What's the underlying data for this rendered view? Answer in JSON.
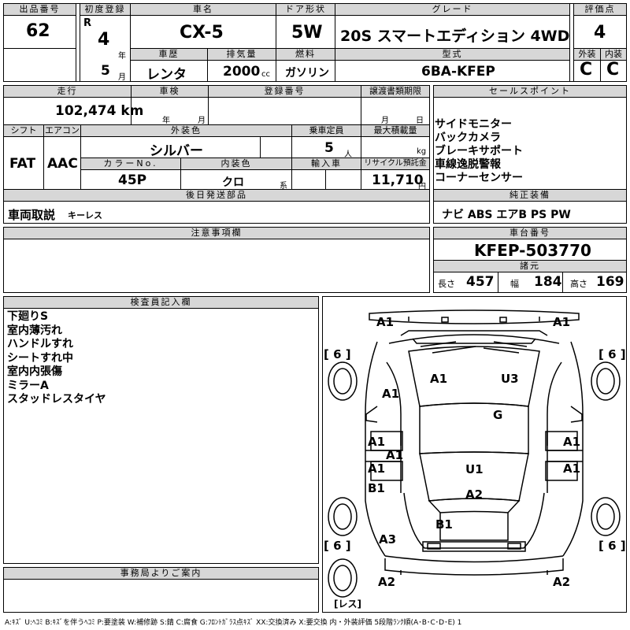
{
  "header": {
    "lot_label": "出品番号",
    "lot": "62",
    "first_reg_label": "初度登録",
    "era": "R",
    "year_num": "4",
    "year_unit": "年",
    "month_num": "5",
    "month_unit": "月",
    "car_name_label": "車名",
    "car_name": "CX-5",
    "door_label": "ドア形状",
    "door": "5W",
    "grade_label": "グレード",
    "grade": "20S スマートエディション 4WD",
    "score_label": "評価点",
    "score": "4",
    "history_label": "車歴",
    "history": "レンタ",
    "displacement_label": "排気量",
    "displacement": "2000",
    "cc": "cc",
    "fuel_label": "燃料",
    "fuel": "ガソリン",
    "model_label": "型式",
    "model": "6BA-KFEP",
    "ext_label": "外装",
    "ext": "C",
    "int_label": "内装",
    "int": "C"
  },
  "row2": {
    "mileage_label": "走行",
    "mileage": "102,474 km",
    "inspection_label": "車検",
    "insp_year": "年",
    "insp_month": "月",
    "plate_label": "登録番号",
    "transfer_label": "譲渡書類期限",
    "transfer_month": "月",
    "transfer_day": "日",
    "shift_label": "シフト",
    "shift": "FAT",
    "ac_label": "エアコン",
    "ac": "AAC",
    "color_label": "外装色",
    "color": "シルバー",
    "capacity_label": "乗車定員",
    "capacity": "5",
    "capacity_unit": "人",
    "load_label": "最大積載量",
    "load_unit": "kg",
    "color_no_label": "カラーNo.",
    "color_no": "45P",
    "int_color_label": "内装色",
    "int_color": "クロ",
    "int_color_unit": "系",
    "import_label": "輸入車",
    "recycle_label": "リサイクル預託金",
    "recycle": "11,710",
    "recycle_unit": "円",
    "later_label": "後日発送部品",
    "later": "車両取説",
    "later_small": "キーレス"
  },
  "sales": {
    "label": "セールスポイント",
    "items": [
      "サイドモニター",
      "バックカメラ",
      "ブレーキサポート",
      "車線逸脱警報",
      "コーナーセンサー"
    ],
    "equip_label": "純正装備",
    "equip": "ナビ ABS エアB PS PW"
  },
  "notes": {
    "label": "注意事項欄"
  },
  "chassis": {
    "label": "車台番号",
    "number": "KFEP-503770",
    "dims_label": "諸元",
    "len_label": "長さ",
    "len": "457",
    "wid_label": "幅",
    "wid": "184",
    "hgt_label": "高さ",
    "hgt": "169"
  },
  "inspector": {
    "label": "検査員記入欄",
    "lines": [
      "下廻りS",
      "室内薄汚れ",
      "ハンドルすれ",
      "シートすれ中",
      "室内内張傷",
      "ミラーA",
      "スタッドレスタイヤ"
    ]
  },
  "office": {
    "label": "事務局よりご案内"
  },
  "diagram": {
    "marks": [
      "A1",
      "A1",
      "[ 6 ]",
      "[ 6 ]",
      "A1",
      "A1",
      "U3",
      "G",
      "A1",
      "A1",
      "A1",
      "A1",
      "A1",
      "B1",
      "U1",
      "A2",
      "B1",
      "A3",
      "[ 6 ]",
      "[ 6 ]",
      "A2",
      "A2"
    ],
    "spare": "[レス]"
  },
  "legend": "A:ｷｽﾞ U:ﾍｺﾐ B:ｷｽﾞを伴うﾍｺﾐ P:要塗装 W:補修跡 S:錆 C:腐食 G:ﾌﾛﾝﾄｶﾞﾗｽ点ｷｽﾞ XX:交換済み X:要交換 内・外装評価 5段階ﾗﾝｸ順(A･B･C･D･E) 1"
}
